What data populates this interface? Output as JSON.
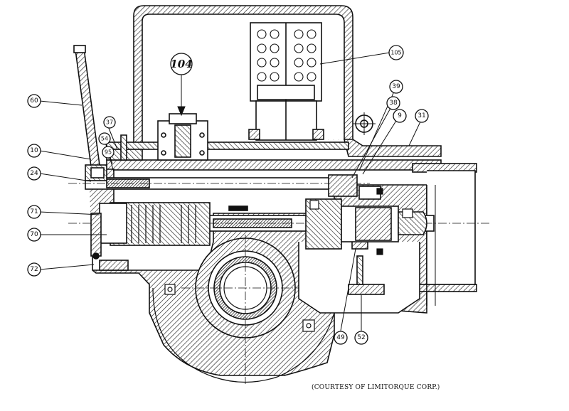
{
  "callouts": {
    "c104": "104",
    "c105": "105",
    "c60": "60",
    "c37": "37",
    "c54": "54",
    "c95": "95",
    "c10": "10",
    "c24": "24",
    "c71": "71",
    "c70": "70",
    "c72": "72",
    "c39": "39",
    "c38": "38",
    "c9": "9",
    "c31": "31",
    "c49": "49",
    "c52": "52"
  },
  "credit": "(COURTESY OF LIMITORQUE CORP.)"
}
